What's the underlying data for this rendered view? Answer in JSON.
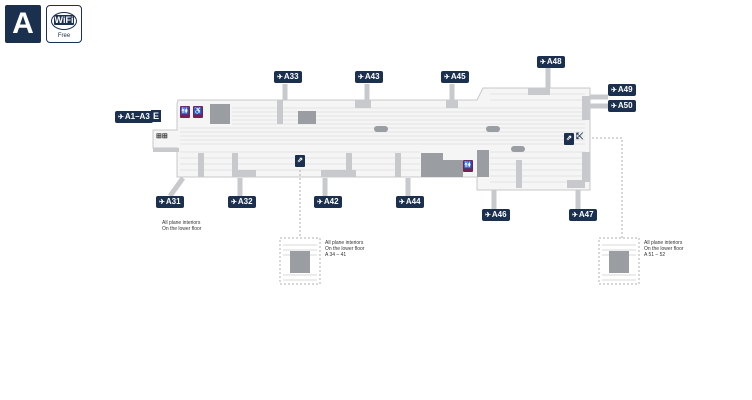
{
  "terminal": {
    "letter": "A"
  },
  "wifi": {
    "label": "WiFi",
    "sub": "Free"
  },
  "entrance": {
    "label": "E"
  },
  "gates": [
    {
      "id": "gate-a1-a3",
      "text": "A1–A3"
    },
    {
      "id": "gate-a31",
      "text": "A31"
    },
    {
      "id": "gate-a32",
      "text": "A32"
    },
    {
      "id": "gate-a33",
      "text": "A33"
    },
    {
      "id": "gate-a42",
      "text": "A42"
    },
    {
      "id": "gate-a43",
      "text": "A43"
    },
    {
      "id": "gate-a44",
      "text": "A44"
    },
    {
      "id": "gate-a45",
      "text": "A45"
    },
    {
      "id": "gate-a46",
      "text": "A46"
    },
    {
      "id": "gate-a47",
      "text": "A47"
    },
    {
      "id": "gate-a48",
      "text": "A48"
    },
    {
      "id": "gate-a49",
      "text": "A49"
    },
    {
      "id": "gate-a50",
      "text": "A50"
    }
  ],
  "notes": [
    "All plane interiors\nOn the lower floor",
    "All plane interiors\nOn the lower floor\nA 34 – 41",
    "All plane interiors\nOn the lower floor\nA 51 – 52"
  ],
  "icons": {
    "plane": "✈",
    "toilet": "🚻",
    "wheelchair": "♿",
    "escalator": "⇗"
  },
  "colors": {
    "navy": "#1b2f4f",
    "toilet": "#7a1f4f",
    "floor": "#f5f5f5",
    "outline": "#c8c8c8",
    "block": "#9a9ea3"
  }
}
